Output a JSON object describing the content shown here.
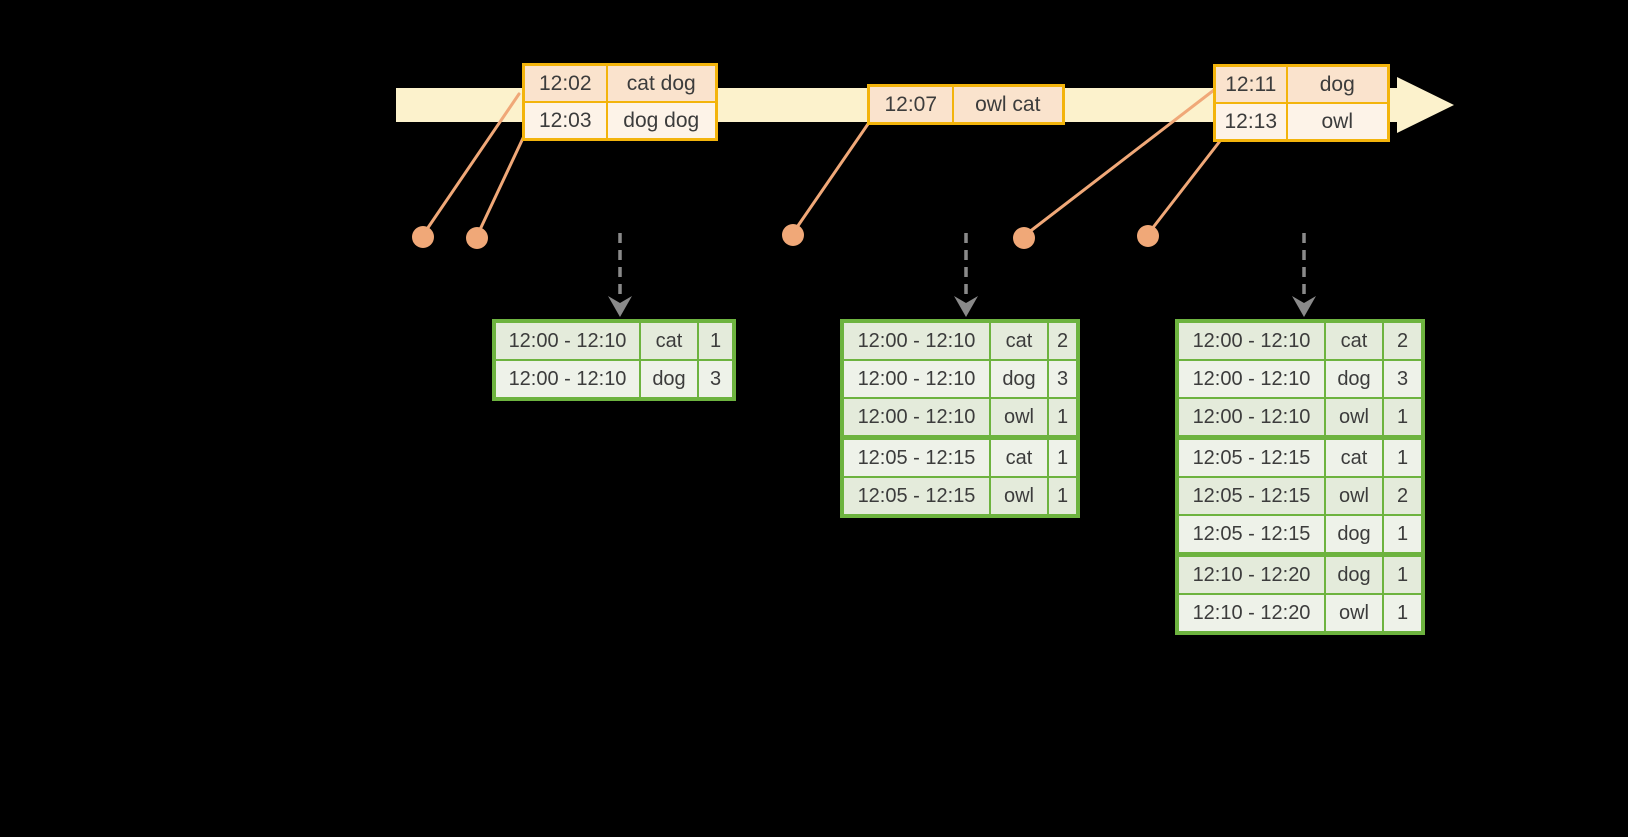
{
  "colors": {
    "background": "#000000",
    "timeline_fill": "#fcf2cc",
    "event_table_border": "#f3b40c",
    "event_row_dark": "#fae3cd",
    "event_row_light": "#fdf3e8",
    "connector_salmon": "#f0a878",
    "result_table_border": "#6db33f",
    "result_row_dark": "#e4ebdb",
    "result_row_light": "#eef2e9",
    "trigger_arrow_gray": "#8a8a8a",
    "text": "#3c3c3c"
  },
  "event_tables": [
    {
      "id": "events-1",
      "rows": [
        {
          "time": "12:02",
          "words": "cat dog"
        },
        {
          "time": "12:03",
          "words": "dog dog"
        }
      ]
    },
    {
      "id": "events-2",
      "rows": [
        {
          "time": "12:07",
          "words": "owl cat"
        }
      ]
    },
    {
      "id": "events-3",
      "rows": [
        {
          "time": "12:11",
          "words": "dog"
        },
        {
          "time": "12:13",
          "words": "owl"
        }
      ]
    }
  ],
  "result_tables": [
    {
      "id": "result-1",
      "rows": [
        {
          "window": "12:00 - 12:10",
          "word": "cat",
          "count": "1"
        },
        {
          "window": "12:00 - 12:10",
          "word": "dog",
          "count": "3"
        }
      ]
    },
    {
      "id": "result-2",
      "rows": [
        {
          "window": "12:00 - 12:10",
          "word": "cat",
          "count": "2"
        },
        {
          "window": "12:00 - 12:10",
          "word": "dog",
          "count": "3"
        },
        {
          "window": "12:00 - 12:10",
          "word": "owl",
          "count": "1"
        },
        {
          "window": "12:05 - 12:15",
          "word": "cat",
          "count": "1"
        },
        {
          "window": "12:05 - 12:15",
          "word": "owl",
          "count": "1"
        }
      ]
    },
    {
      "id": "result-3",
      "rows": [
        {
          "window": "12:00 - 12:10",
          "word": "cat",
          "count": "2"
        },
        {
          "window": "12:00 - 12:10",
          "word": "dog",
          "count": "3"
        },
        {
          "window": "12:00 - 12:10",
          "word": "owl",
          "count": "1"
        },
        {
          "window": "12:05 - 12:15",
          "word": "cat",
          "count": "1"
        },
        {
          "window": "12:05 - 12:15",
          "word": "owl",
          "count": "2"
        },
        {
          "window": "12:05 - 12:15",
          "word": "dog",
          "count": "1"
        },
        {
          "window": "12:10 - 12:20",
          "word": "dog",
          "count": "1"
        },
        {
          "window": "12:10 - 12:20",
          "word": "owl",
          "count": "1"
        }
      ]
    }
  ]
}
